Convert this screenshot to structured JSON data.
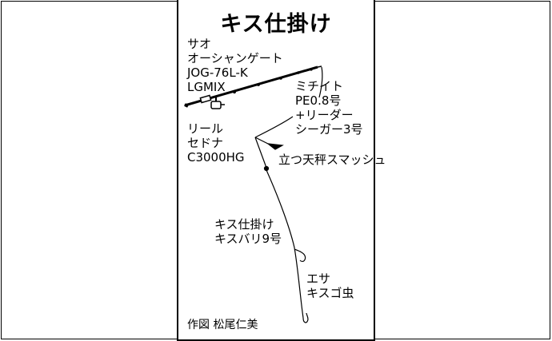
{
  "title": "キス仕掛け",
  "labels": {
    "rod": [
      "サオ",
      "オーシャンゲート",
      "JOG-76L-K",
      "LGMIX"
    ],
    "line": [
      "ミチイト",
      "PE0.8号",
      "+リーダー",
      "シーガー3号"
    ],
    "reel": [
      "リール",
      "セドナ",
      "C3000HG"
    ],
    "sinker": "立つ天秤スマッシュ",
    "rig": [
      "キス仕掛け",
      "キスバリ9号"
    ],
    "bait": [
      "エサ",
      "キスゴ虫"
    ]
  },
  "credit": "作図 松尾仁美",
  "colors": {
    "ink": "#000000",
    "background": "#ffffff"
  }
}
